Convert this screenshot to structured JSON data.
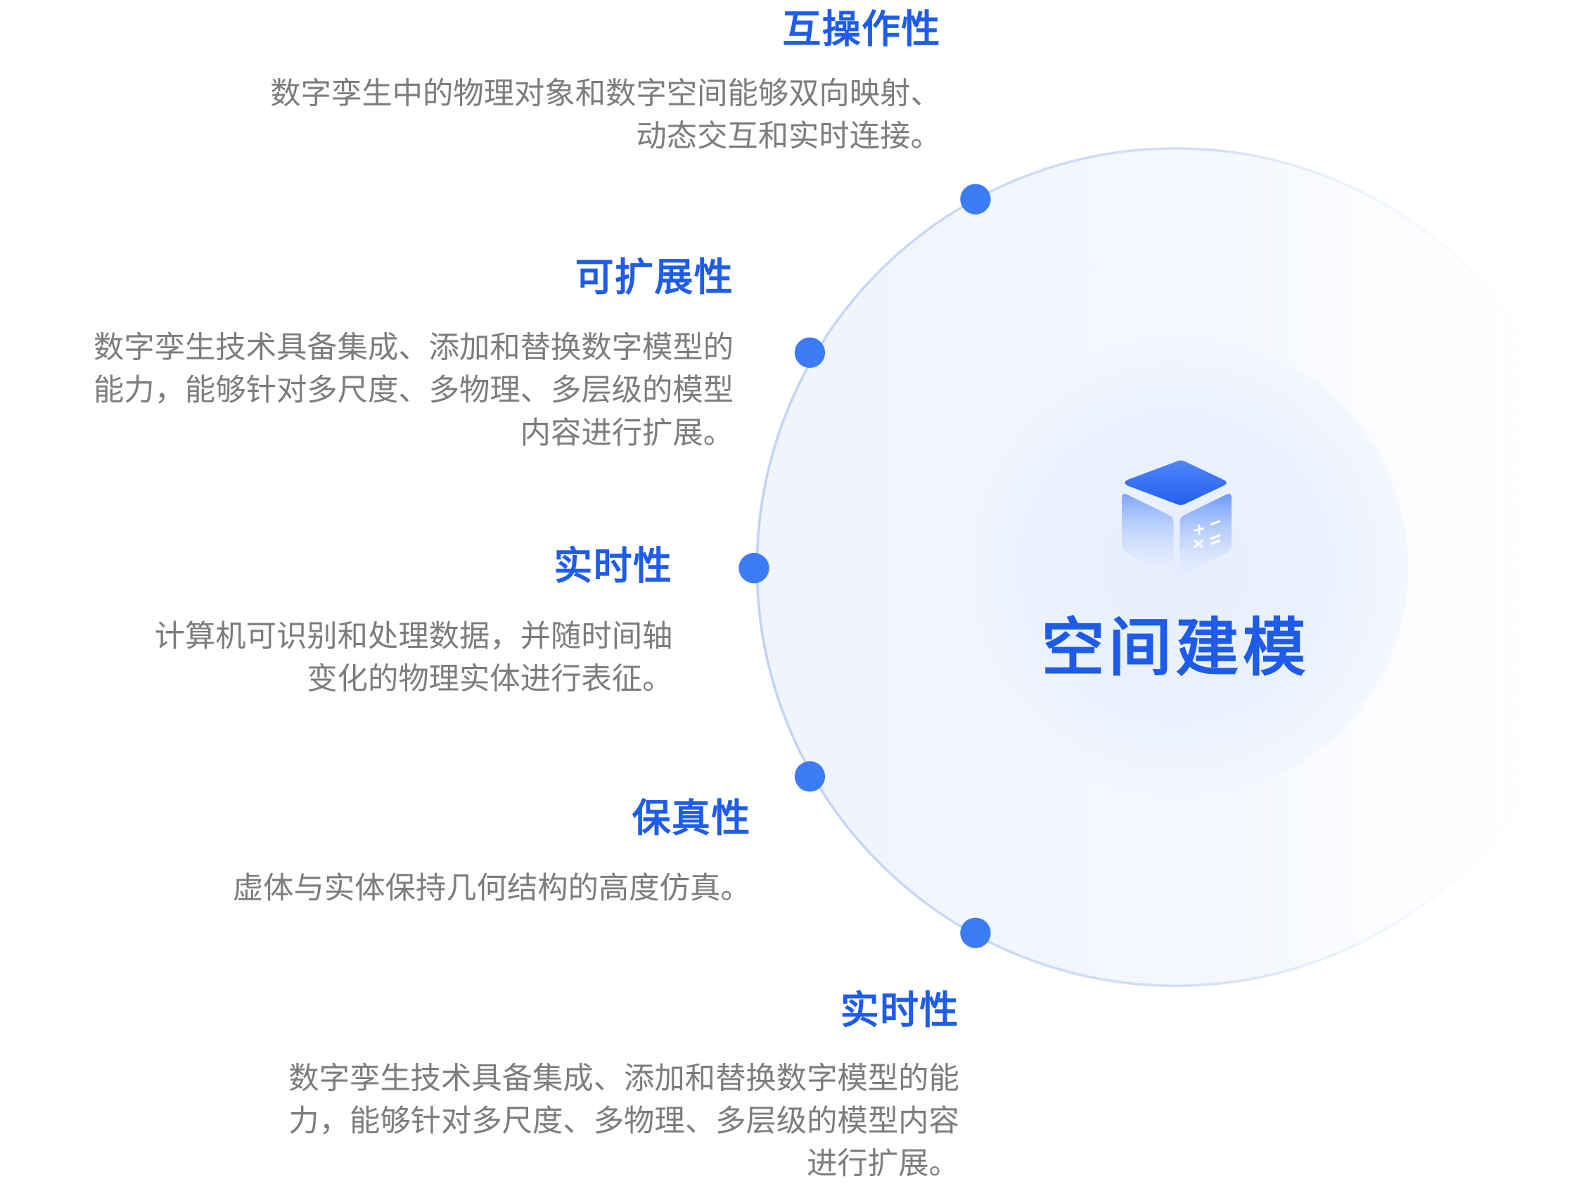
{
  "center": {
    "title": "空间建模",
    "icon": "cube-calculator-icon"
  },
  "colors": {
    "accent": "#1f5cea",
    "node": "#3b7cf5",
    "ring": "#c5d4f4",
    "text_muted": "#7d7d7d"
  },
  "features": [
    {
      "title": "互操作性",
      "lines": [
        "数字孪生中的物理对象和数字空间能够双向映射、",
        "动态交互和实时连接。"
      ]
    },
    {
      "title": "可扩展性",
      "lines": [
        "数字孪生技术具备集成、添加和替换数字模型的",
        "能力，能够针对多尺度、多物理、多层级的模型",
        "内容进行扩展。"
      ]
    },
    {
      "title": "实时性",
      "lines": [
        "计算机可识别和处理数据，并随时间轴",
        "变化的物理实体进行表征。"
      ]
    },
    {
      "title": "保真性",
      "lines": [
        "虚体与实体保持几何结构的高度仿真。"
      ]
    },
    {
      "title": "实时性",
      "lines": [
        "数字孪生技术具备集成、添加和替换数字模型的能",
        "力，能够针对多尺度、多物理、多层级的模型内容",
        "进行扩展。"
      ]
    }
  ]
}
